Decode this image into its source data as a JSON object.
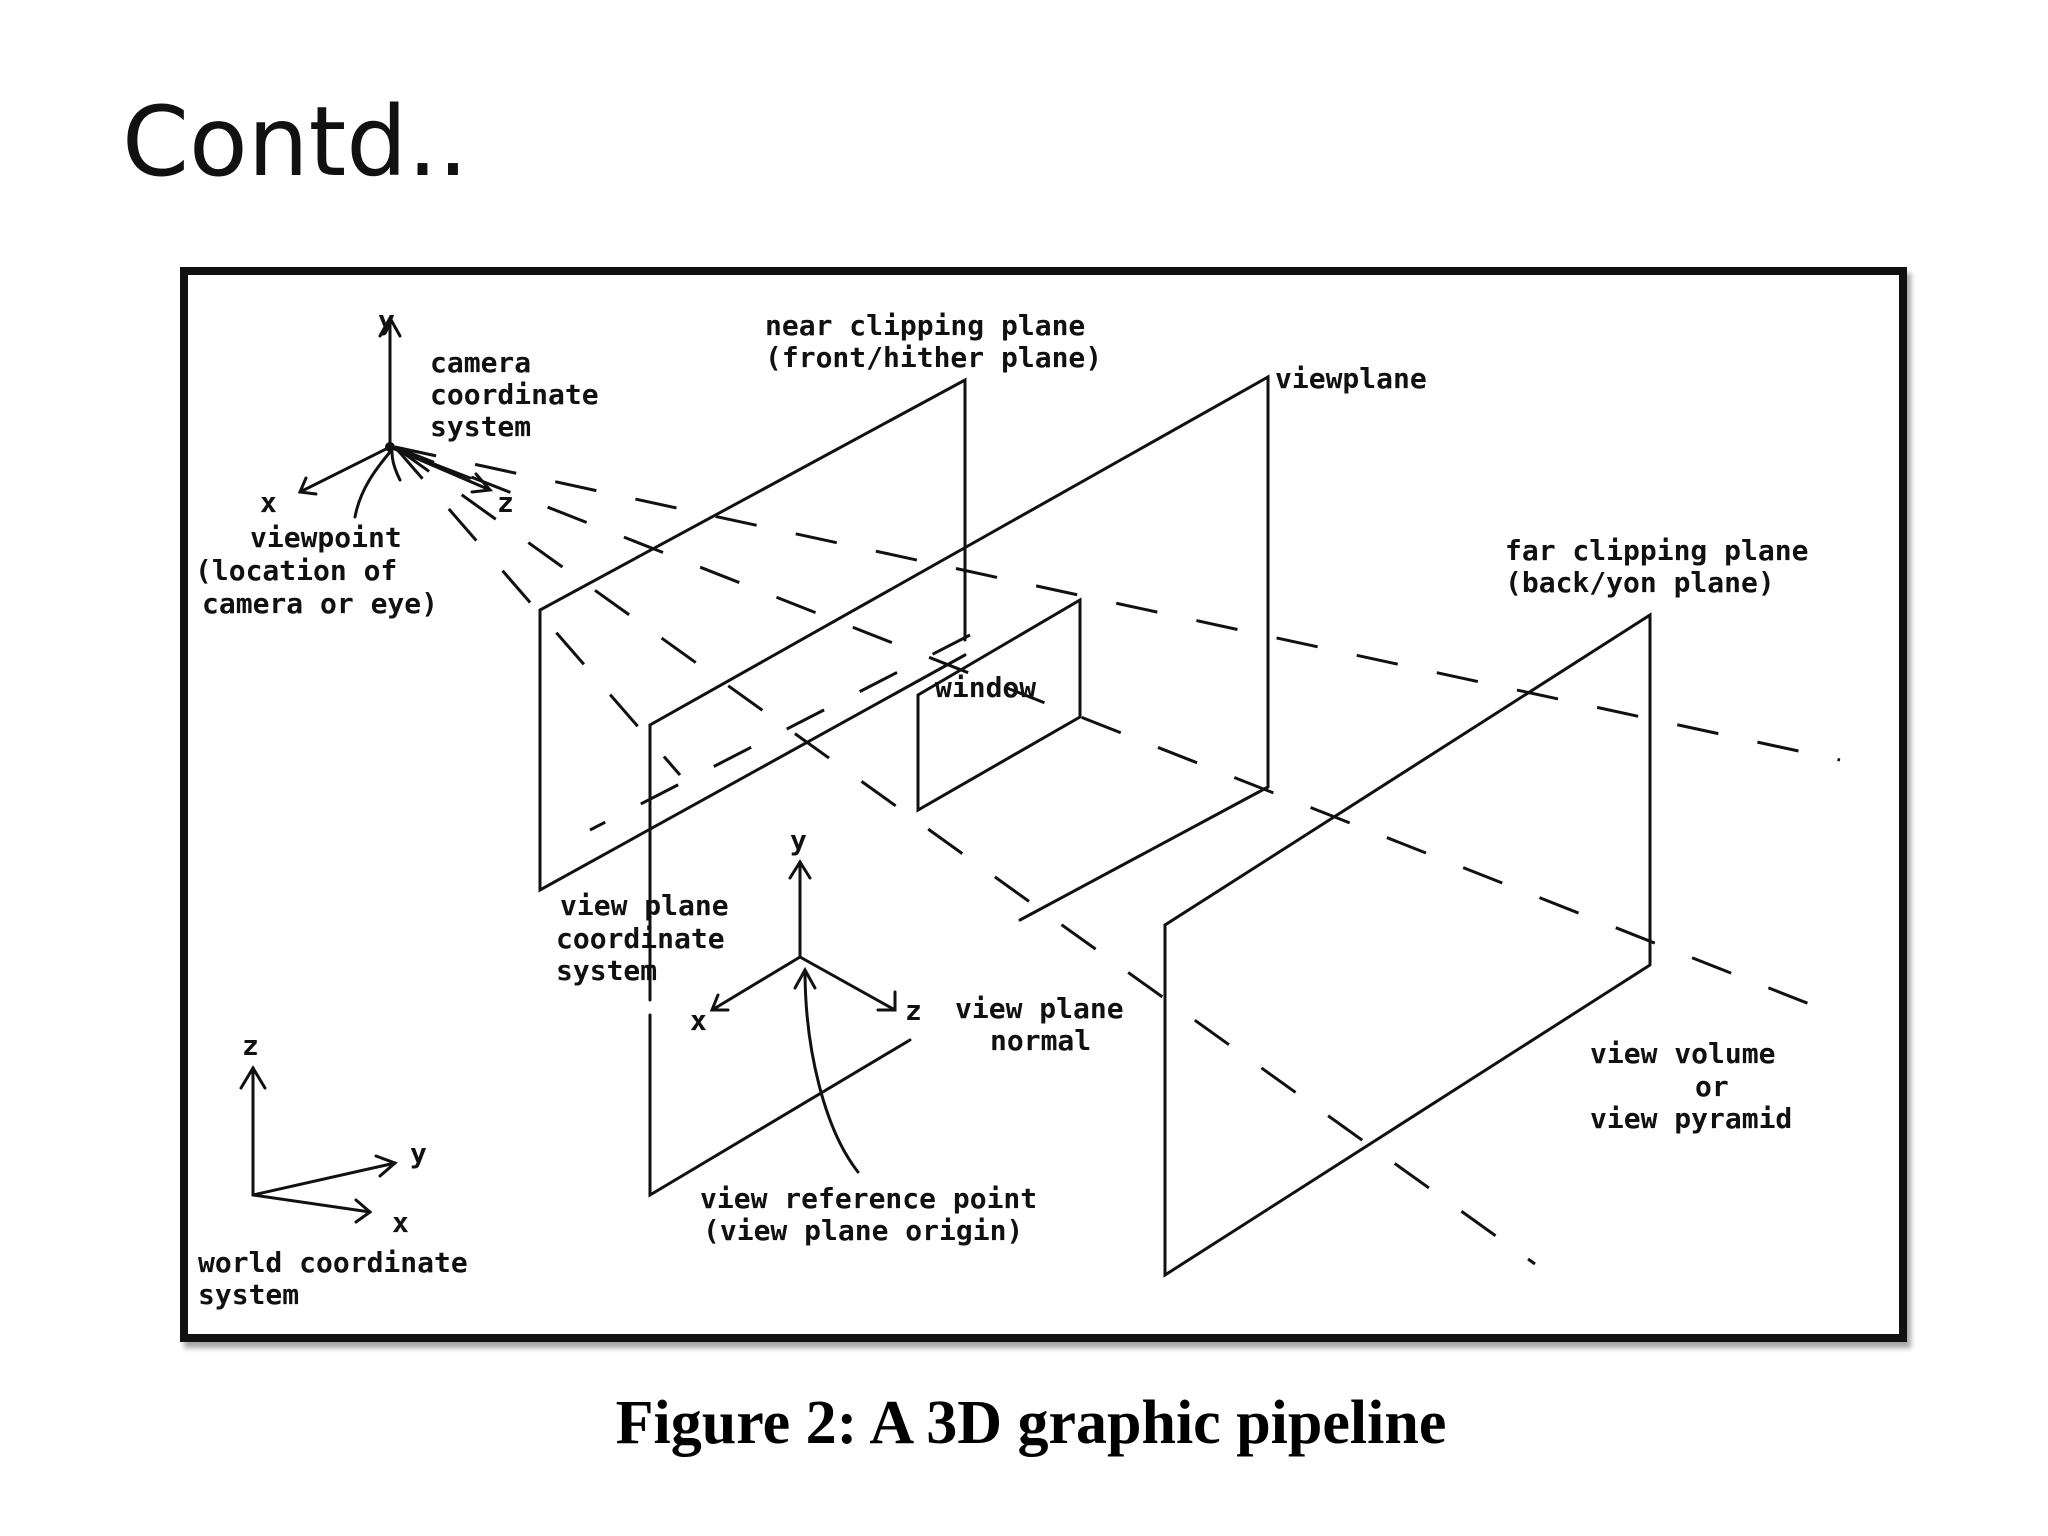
{
  "slide": {
    "title": "Contd..",
    "caption": "Figure 2: A 3D graphic pipeline"
  },
  "diagram": {
    "camera_axes": {
      "y": "y",
      "x": "x",
      "z": "z"
    },
    "camera_label": [
      "camera",
      "coordinate",
      "system"
    ],
    "viewpoint_label": [
      "viewpoint",
      "(location of",
      "camera or eye)"
    ],
    "near_plane_label": [
      "near clipping plane",
      "(front/hither plane)"
    ],
    "viewplane_label": "viewplane",
    "far_plane_label": [
      "far clipping plane",
      "(back/yon plane)"
    ],
    "window_label": "window",
    "vp_coord_label": [
      "view plane",
      "coordinate",
      "system"
    ],
    "vp_axes": {
      "y": "y",
      "x": "x",
      "z": "z"
    },
    "vp_normal_label": [
      "view plane",
      "normal"
    ],
    "view_volume_label": [
      "view volume",
      "or",
      "view pyramid"
    ],
    "vrp_label": [
      "view reference point",
      "(view plane origin)"
    ],
    "world_axes": {
      "z": "z",
      "y": "y",
      "x": "x"
    },
    "world_label": [
      "world coordinate",
      "system"
    ]
  }
}
